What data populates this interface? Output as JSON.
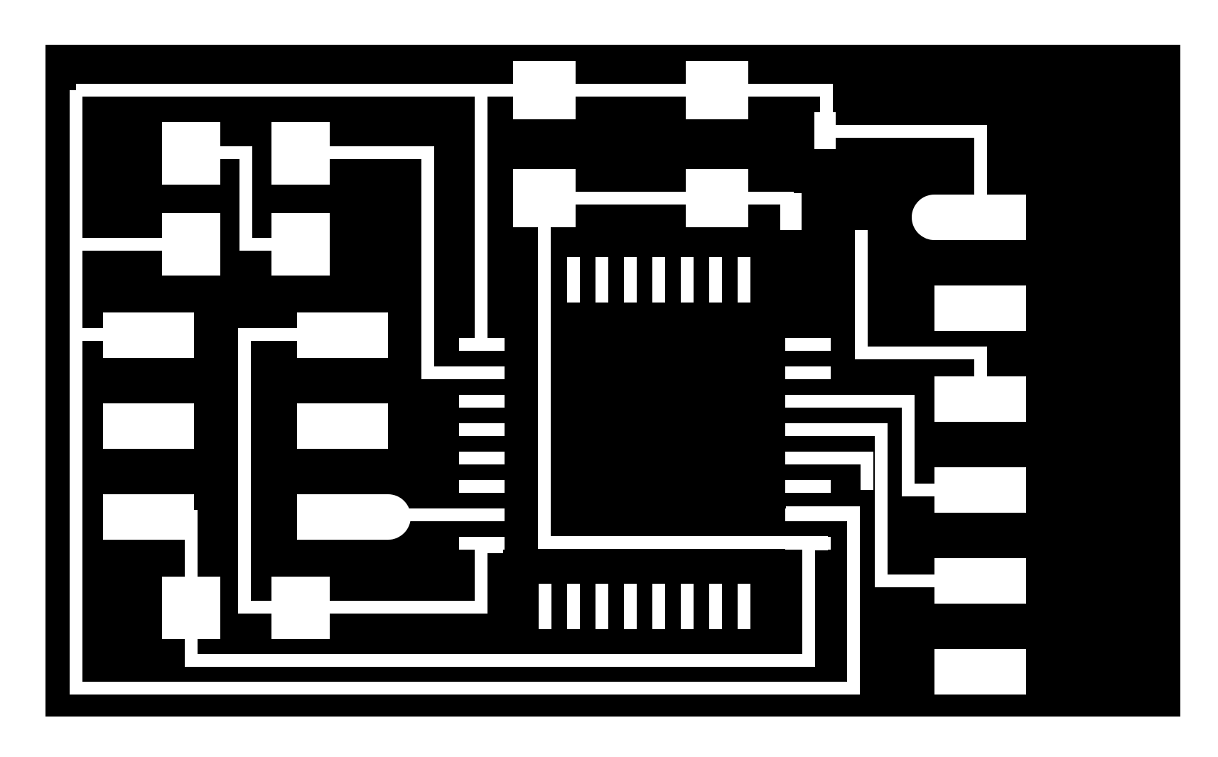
{
  "diagram": {
    "kind": "pcb-trace-layout",
    "colors": {
      "copper": "#000000",
      "isolation": "#ffffff",
      "page": "#ffffff"
    },
    "components": {
      "left_resistor_pads_top": 2,
      "left_pad_grid_rows": 4,
      "chip_left_pins": 8,
      "chip_right_pins": 8,
      "chip_top_pins": 7,
      "chip_bottom_pins": 8,
      "header_pads": 6
    }
  }
}
